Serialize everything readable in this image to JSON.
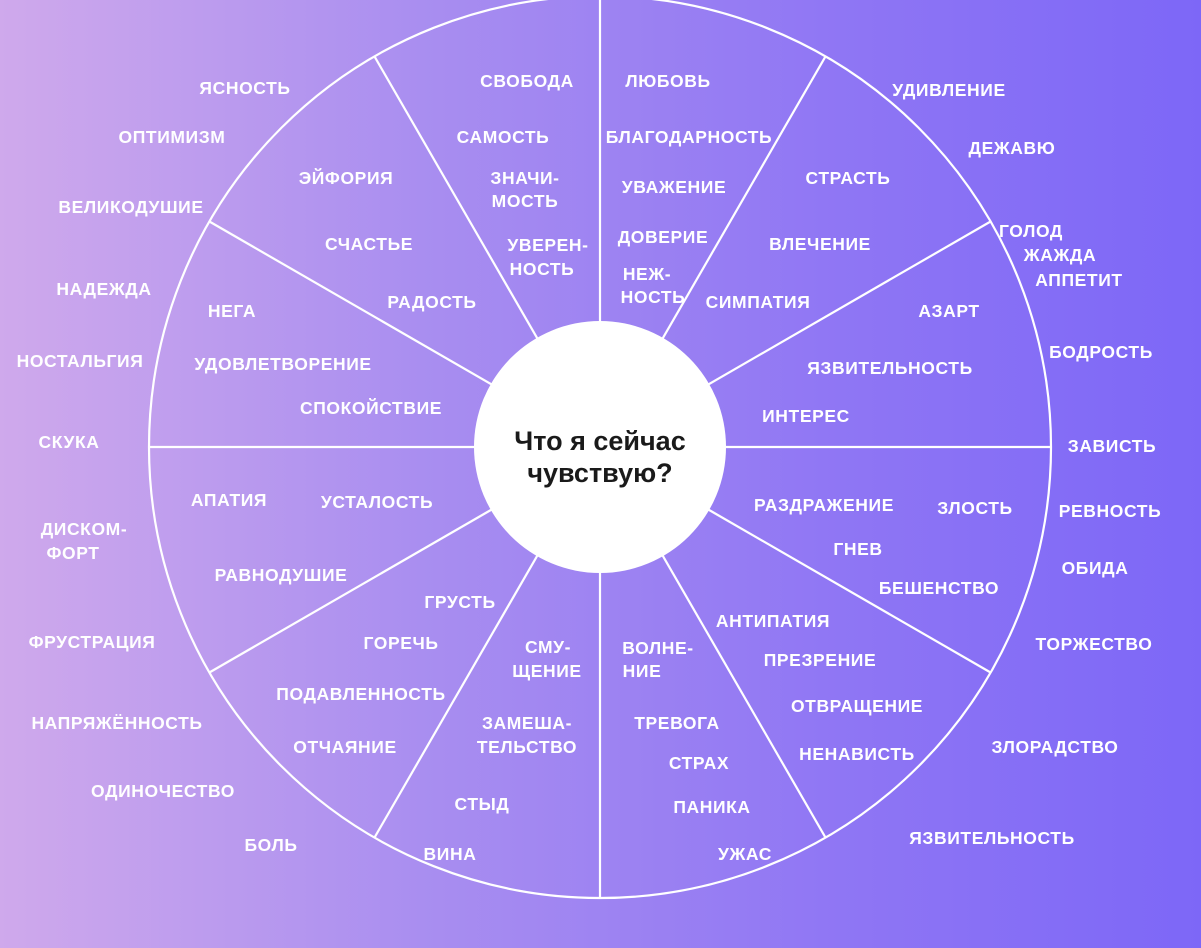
{
  "diagram": {
    "center": {
      "line1": "Что я сейчас",
      "line2": "чувствую?"
    },
    "inner": [
      {
        "id": "svoboda",
        "text": "СВОБОДА"
      },
      {
        "id": "samost",
        "text": "САМОСТЬ"
      },
      {
        "id": "znachi",
        "text": "ЗНАЧИ-"
      },
      {
        "id": "most",
        "text": "МОСТЬ"
      },
      {
        "id": "uveren",
        "text": "УВЕРЕН-"
      },
      {
        "id": "nost",
        "text": "НОСТЬ"
      },
      {
        "id": "lyubov",
        "text": "ЛЮБОВЬ"
      },
      {
        "id": "blagodarnost",
        "text": "БЛАГОДАРНОСТЬ"
      },
      {
        "id": "uvazhenie",
        "text": "УВАЖЕНИЕ"
      },
      {
        "id": "doverie",
        "text": "ДОВЕРИЕ"
      },
      {
        "id": "nezh",
        "text": "НЕЖ-"
      },
      {
        "id": "nost2",
        "text": "НОСТЬ"
      },
      {
        "id": "strast",
        "text": "СТРАСТЬ"
      },
      {
        "id": "vlechenie",
        "text": "ВЛЕЧЕНИЕ"
      },
      {
        "id": "simpatiya",
        "text": "СИМПАТИЯ"
      },
      {
        "id": "azart",
        "text": "АЗАРТ"
      },
      {
        "id": "yazvitelnost-in",
        "text": "ЯЗВИТЕЛЬНОСТЬ"
      },
      {
        "id": "interes",
        "text": "ИНТЕРЕС"
      },
      {
        "id": "razdrazhenie",
        "text": "РАЗДРАЖЕНИЕ"
      },
      {
        "id": "zlost",
        "text": "ЗЛОСТЬ"
      },
      {
        "id": "gnev",
        "text": "ГНЕВ"
      },
      {
        "id": "beshenstvo",
        "text": "БЕШЕНСТВО"
      },
      {
        "id": "antipatiya",
        "text": "АНТИПАТИЯ"
      },
      {
        "id": "prezrenie",
        "text": "ПРЕЗРЕНИЕ"
      },
      {
        "id": "otvrashchenie",
        "text": "ОТВРАЩЕНИЕ"
      },
      {
        "id": "nenavist",
        "text": "НЕНАВИСТЬ"
      },
      {
        "id": "volne",
        "text": "ВОЛНЕ-"
      },
      {
        "id": "nie",
        "text": "НИЕ"
      },
      {
        "id": "trevoga",
        "text": "ТРЕВОГА"
      },
      {
        "id": "strakh",
        "text": "СТРАХ"
      },
      {
        "id": "panika",
        "text": "ПАНИКА"
      },
      {
        "id": "uzhas",
        "text": "УЖАС"
      },
      {
        "id": "smu",
        "text": "СМУ-"
      },
      {
        "id": "shchenie",
        "text": "ЩЕНИЕ"
      },
      {
        "id": "zamesha",
        "text": "ЗАМЕША-"
      },
      {
        "id": "telstvo",
        "text": "ТЕЛЬСТВО"
      },
      {
        "id": "styd",
        "text": "СТЫД"
      },
      {
        "id": "vina",
        "text": "ВИНА"
      },
      {
        "id": "grust",
        "text": "ГРУСТЬ"
      },
      {
        "id": "gorech",
        "text": "ГОРЕЧЬ"
      },
      {
        "id": "podavlennost",
        "text": "ПОДАВЛЕННОСТЬ"
      },
      {
        "id": "otchayanie",
        "text": "ОТЧАЯНИЕ"
      },
      {
        "id": "apatiya",
        "text": "АПАТИЯ"
      },
      {
        "id": "ustalost",
        "text": "УСТАЛОСТЬ"
      },
      {
        "id": "ravnodushie",
        "text": "РАВНОДУШИЕ"
      },
      {
        "id": "nega",
        "text": "НЕГА"
      },
      {
        "id": "udovletvorenie",
        "text": "УДОВЛЕТВОРЕНИЕ"
      },
      {
        "id": "spokoystvie",
        "text": "СПОКОЙСТВИЕ"
      },
      {
        "id": "eyforiya",
        "text": "ЭЙФОРИЯ"
      },
      {
        "id": "schaste",
        "text": "СЧАСТЬЕ"
      },
      {
        "id": "radost",
        "text": "РАДОСТЬ"
      }
    ],
    "outer": [
      {
        "id": "yasnost",
        "text": "ЯСНОСТЬ"
      },
      {
        "id": "optimizm",
        "text": "ОПТИМИЗМ"
      },
      {
        "id": "velikodushie",
        "text": "ВЕЛИКОДУШИЕ"
      },
      {
        "id": "nadezhda",
        "text": "НАДЕЖДА"
      },
      {
        "id": "nostalgiya",
        "text": "НОСТАЛЬГИЯ"
      },
      {
        "id": "skuka",
        "text": "СКУКА"
      },
      {
        "id": "diskom",
        "text": "ДИСКОМ-"
      },
      {
        "id": "fort",
        "text": "ФОРТ"
      },
      {
        "id": "frustratsiya",
        "text": "ФРУСТРАЦИЯ"
      },
      {
        "id": "napryazhennost",
        "text": "НАПРЯЖЁННОСТЬ"
      },
      {
        "id": "odinochestvo",
        "text": "ОДИНОЧЕСТВО"
      },
      {
        "id": "bol",
        "text": "БОЛЬ"
      },
      {
        "id": "udivlenie",
        "text": "УДИВЛЕНИЕ"
      },
      {
        "id": "dezhavyu",
        "text": "ДЕЖАВЮ"
      },
      {
        "id": "golod",
        "text": "ГОЛОД"
      },
      {
        "id": "zhazhda",
        "text": "ЖАЖДА"
      },
      {
        "id": "appetit",
        "text": "АППЕТИТ"
      },
      {
        "id": "bodrost",
        "text": "БОДРОСТЬ"
      },
      {
        "id": "zavist",
        "text": "ЗАВИСТЬ"
      },
      {
        "id": "revnost",
        "text": "РЕВНОСТЬ"
      },
      {
        "id": "obida",
        "text": "ОБИДА"
      },
      {
        "id": "torzhestvo",
        "text": "ТОРЖЕСТВО"
      },
      {
        "id": "zloradstvo",
        "text": "ЗЛОРАДСТВО"
      },
      {
        "id": "yazvitelnost-out",
        "text": "ЯЗВИТЕЛЬНОСТЬ"
      }
    ],
    "colors": {
      "background_left": "#cfa9ec",
      "background_right": "#7d67f7",
      "lines": "#ffffff",
      "text": "#ffffff",
      "center_fill": "#ffffff",
      "center_text": "#1a1a1a"
    }
  }
}
